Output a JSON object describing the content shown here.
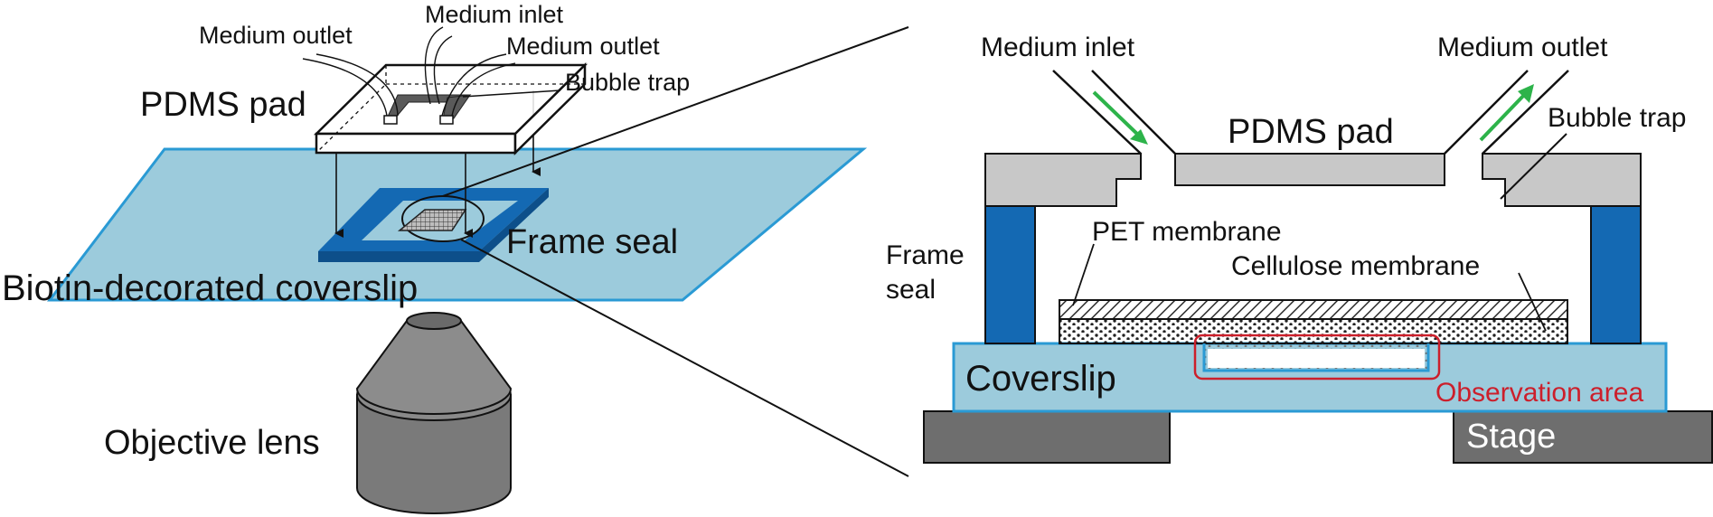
{
  "left_panel": {
    "labels": {
      "medium_outlet_left": "Medium outlet",
      "medium_inlet": "Medium inlet",
      "medium_outlet_right": "Medium outlet",
      "bubble_trap": "Bubble trap",
      "pdms_pad": "PDMS pad",
      "frame_seal": "Frame seal",
      "coverslip": "Biotin-decorated coverslip",
      "objective_lens": "Objective lens"
    }
  },
  "right_panel": {
    "labels": {
      "medium_inlet": "Medium inlet",
      "medium_outlet": "Medium outlet",
      "pdms_pad": "PDMS pad",
      "bubble_trap": "Bubble trap",
      "frame_seal_line1": "Frame",
      "frame_seal_line2": "seal",
      "pet_membrane": "PET membrane",
      "cellulose_membrane": "Cellulose membrane",
      "coverslip": "Coverslip",
      "observation_area": "Observation area",
      "stage": "Stage"
    }
  },
  "colors": {
    "coverslip_fill": "#9ccbdc",
    "coverslip_edge": "#2a9ad4",
    "frame_seal": "#1469b3",
    "pdms_gray": "#c8c8c8",
    "stage_gray": "#6e6e6e",
    "flow_arrow": "#2db34a",
    "observation_outline": "#cc1f2b"
  }
}
